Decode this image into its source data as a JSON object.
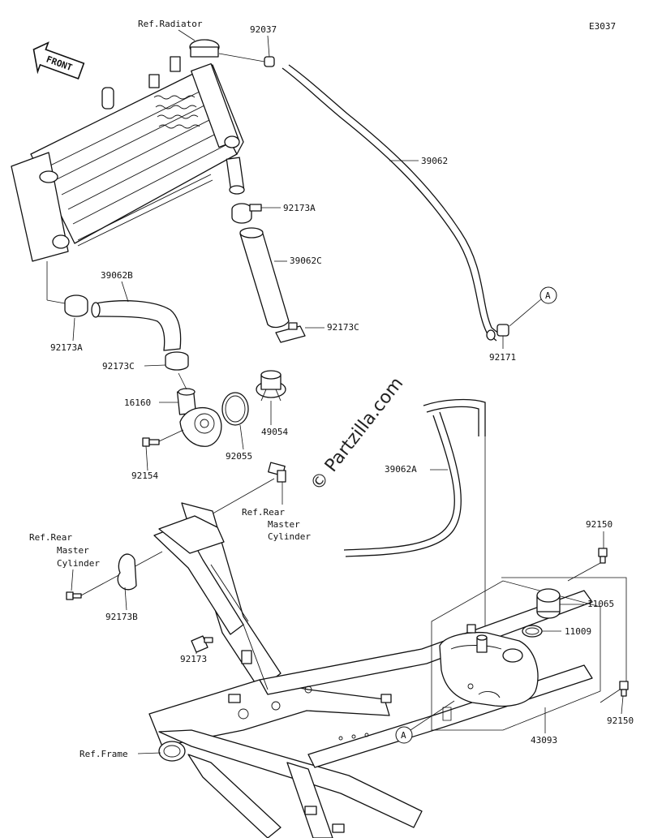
{
  "diagram": {
    "code": "E3037",
    "front_label": "FRONT",
    "watermark": "© Partzilla.com",
    "refs": {
      "radiator": "Ref.Radiator",
      "rear_master_cyl_right": [
        "Ref.Rear",
        "Master",
        "Cylinder"
      ],
      "rear_master_cyl_left": [
        "Ref.Rear",
        "Master",
        "Cylinder"
      ],
      "frame": "Ref.Frame"
    },
    "callout": "A",
    "parts": {
      "p92037": "92037",
      "p39062": "39062",
      "p92173A_upper": "92173A",
      "p39062C": "39062C",
      "p92173C_right": "92173C",
      "p92171": "92171",
      "p39062B": "39062B",
      "p92173A_left": "92173A",
      "p92173C_left": "92173C",
      "p16160": "16160",
      "p49054": "49054",
      "p92055": "92055",
      "p92154": "92154",
      "p39062A": "39062A",
      "p92150_top": "92150",
      "p11065": "11065",
      "p11009": "11009",
      "p92150_bottom": "92150",
      "p43093": "43093",
      "p92173B": "92173B",
      "p92173": "92173"
    }
  }
}
